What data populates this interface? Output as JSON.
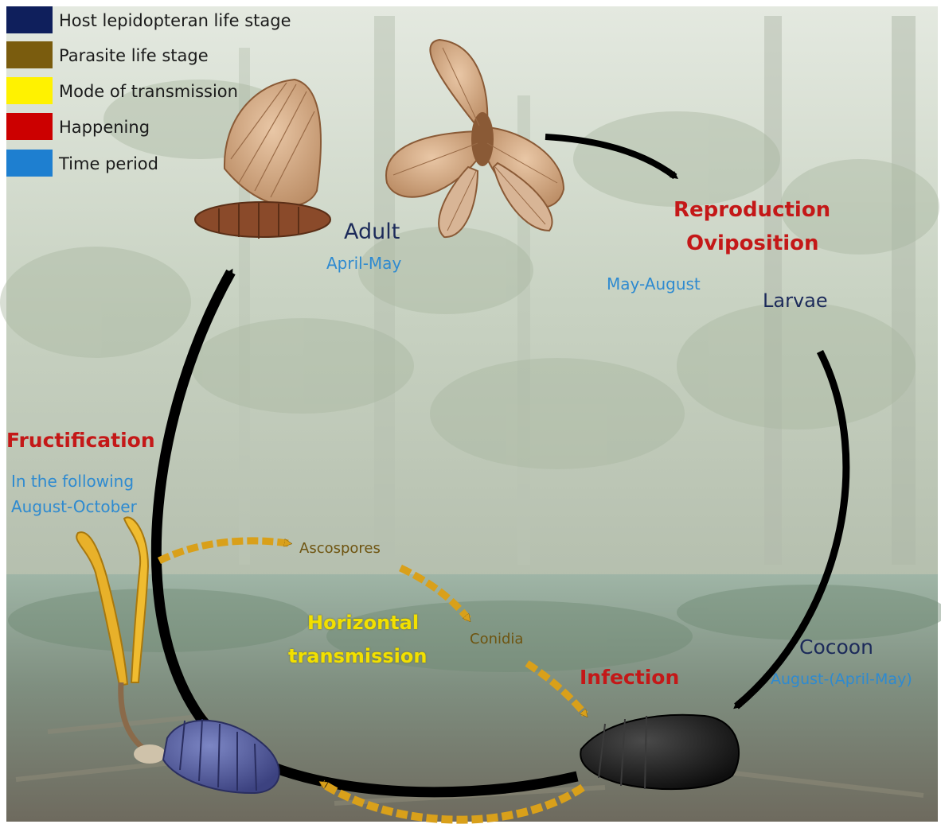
{
  "colors": {
    "host": "#0f1f5c",
    "parasite": "#7a5c0e",
    "mode": "#fff200",
    "happening": "#cc0000",
    "time": "#1e7fd0",
    "cycle_arrow": "#000000",
    "parasite_arrow": "#d9a01a"
  },
  "legend": [
    {
      "label": "Host lepidopteran life stage",
      "color": "#0f1f5c"
    },
    {
      "label": "Parasite life stage",
      "color": "#7a5c0e"
    },
    {
      "label": "Mode of transmission",
      "color": "#fff200"
    },
    {
      "label": "Happening",
      "color": "#cc0000"
    },
    {
      "label": "Time period",
      "color": "#1e7fd0"
    }
  ],
  "host_stages": {
    "adult": "Adult",
    "larvae": "Larvae",
    "cocoon": "Cocoon"
  },
  "parasite_stages": {
    "ascospores": "Ascospores",
    "conidia": "Conidia"
  },
  "transmission": {
    "line1": "Horizontal",
    "line2": "transmission"
  },
  "happenings": {
    "reproduction": "Reproduction",
    "oviposition": "Oviposition",
    "fructification": "Fructification",
    "infection": "Infection"
  },
  "time_periods": {
    "adult": "April-May",
    "reproduction": "May-August",
    "fructification_line1": "In the following",
    "fructification_line2": "August-October",
    "cocoon": "August-(April-May)"
  },
  "icons": [
    "moth-resting-icon",
    "moth-flying-icon",
    "cordyceps-fruiting-body-icon",
    "mummified-larva-icon",
    "pupa-icon"
  ]
}
